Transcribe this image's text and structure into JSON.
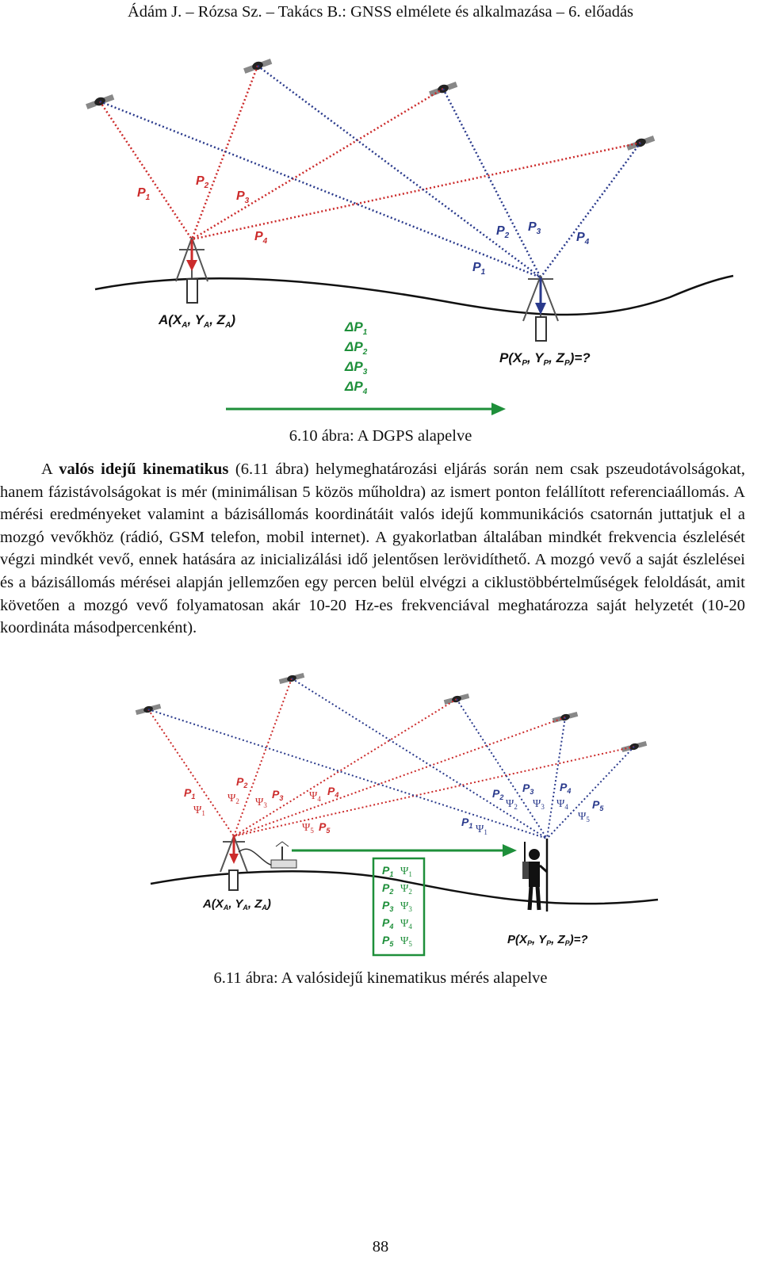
{
  "header": {
    "text": "Ádám J. – Rózsa Sz. – Takács B.: GNSS elmélete és alkalmazása – 6. előadás"
  },
  "figure1": {
    "caption": "6.10 ábra: A DGPS alapelve",
    "base_label": "A(X",
    "base_sub": [
      "A",
      "A",
      "A"
    ],
    "rover_label": "P(X",
    "rover_sub": [
      "P",
      "P",
      "P"
    ],
    "rover_suffix": ")=?",
    "left_labels": [
      "P",
      "P",
      "P",
      "P"
    ],
    "left_subs": [
      "1",
      "2",
      "3",
      "4"
    ],
    "right_labels": [
      "P",
      "P",
      "P",
      "P"
    ],
    "right_subs": [
      "1",
      "2",
      "3",
      "4"
    ],
    "corrections": [
      "ΔP",
      "ΔP",
      "ΔP",
      "ΔP"
    ],
    "correction_subs": [
      "1",
      "2",
      "3",
      "4"
    ],
    "colors": {
      "red": "#cc2b2b",
      "blue": "#2a3a8c",
      "green": "#1e8f3a"
    }
  },
  "paragraph": {
    "lead": "A ",
    "bold": "valós idejű kinematikus",
    "rest": " (6.11 ábra) helymeghatározási eljárás során nem csak pszeudotávolságokat, hanem fázistávolságokat is mér (minimálisan 5 közös műholdra) az ismert ponton felállított referenciaállomás. A mérési eredményeket valamint a bázisállomás koordinátáit valós idejű kommunikációs csatornán juttatjuk el a mozgó vevőkhöz (rádió, GSM telefon, mobil internet). A gyakorlatban általában mindkét frekvencia észlelését végzi mindkét vevő, ennek hatására az inicializálási idő jelentősen lerövidíthető. A mozgó vevő a saját észlelései és a bázisállomás mérései alapján jellemzően egy percen belül elvégzi a ciklustöbbértelműségek feloldását, amit követően a mozgó vevő folyamatosan akár 10-20 Hz-es frekvenciával meghatározza saját helyzetét (10-20 koordináta másodpercenként)."
  },
  "figure2": {
    "caption": "6.11 ábra: A valósidejű kinematikus mérés alapelve",
    "base_label": "A(X",
    "base_sub": [
      "A",
      "A",
      "A"
    ],
    "rover_label": "P(X",
    "rover_sub": [
      "P",
      "P",
      "P"
    ],
    "rover_suffix": ")=?",
    "p_label": "P",
    "psi": "Ψ",
    "subs": [
      "1",
      "2",
      "3",
      "4",
      "5"
    ]
  },
  "page_number": "88"
}
